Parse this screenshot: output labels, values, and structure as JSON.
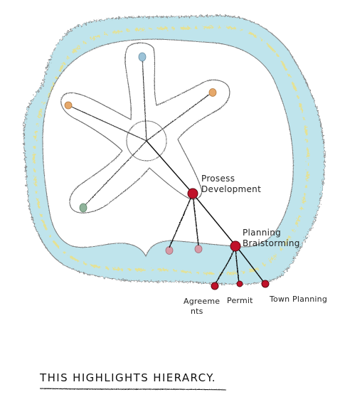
{
  "caption": "THIS HIGHLIGHTS HIERARCY.",
  "nodes": {
    "process": {
      "line1": "Prosess",
      "line2": "Development"
    },
    "planning": {
      "line1": "Planning",
      "line2": "Braistorming"
    },
    "agreements": {
      "line1": "Agreeme",
      "line2": "nts"
    },
    "permit": {
      "label": "Permit"
    },
    "town_planning": {
      "label": "Town Planning"
    }
  },
  "colors": {
    "outer_fill": "#bfe4ec",
    "outer_accent": "#e9e089",
    "node_red": "#c0122a",
    "small_dot_blue": "#9cc3d8",
    "small_dot_orange": "#e6a86a",
    "small_dot_green": "#8fb39a",
    "small_dot_pink": "#d79aa6"
  }
}
